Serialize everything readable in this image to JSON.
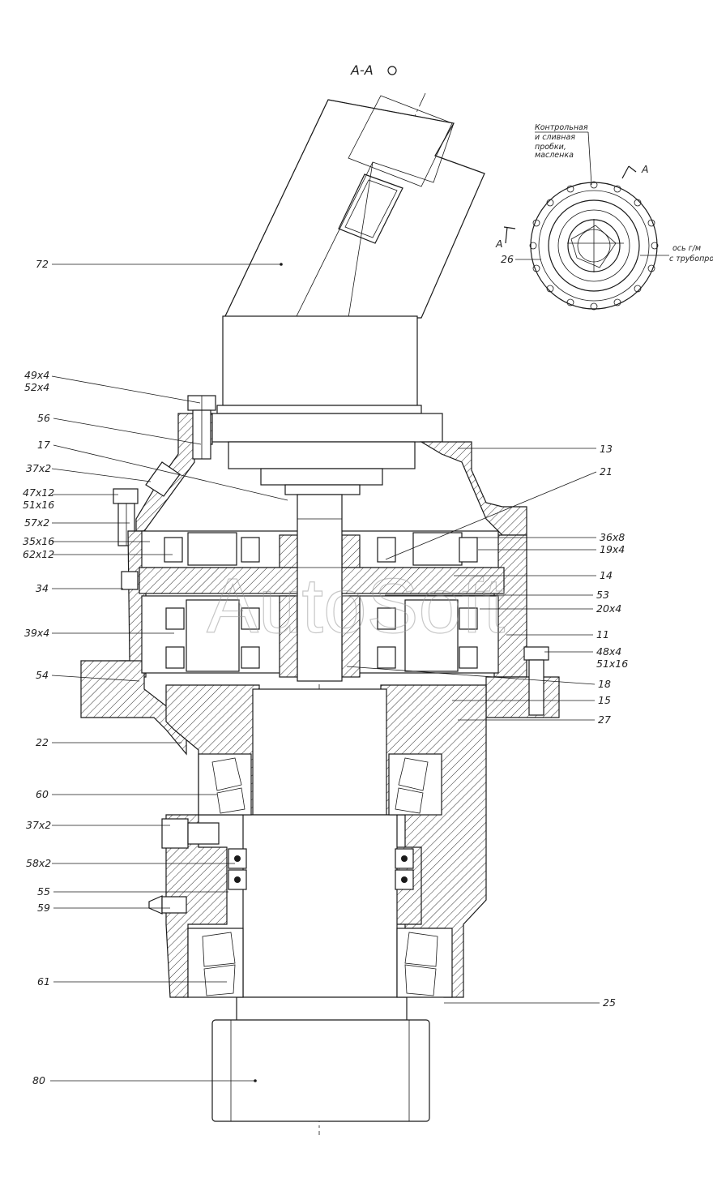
{
  "title": "A-A",
  "watermark": "AutoSoft",
  "detail_view": {
    "note_lines": [
      "Контрольная",
      "и сливная",
      "пробки,",
      "масленка"
    ],
    "section_mark": "A",
    "axis_note_lines": [
      "ось г/м",
      "с трубопро"
    ],
    "label": "26"
  },
  "callouts_left": {
    "c72": "72",
    "c49a": "49x4",
    "c49b": "52x4",
    "c56": "56",
    "c17": "17",
    "c37a": "37x2",
    "c47a": "47x12",
    "c47b": "51x16",
    "c57": "57x2",
    "c35": "35x16",
    "c62": "62x12",
    "c34": "34",
    "c39": "39x4",
    "c54": "54",
    "c22": "22",
    "c60": "60",
    "c37b": "37x2",
    "c58": "58x2",
    "c55": "55",
    "c59": "59",
    "c61": "61",
    "c80": "80"
  },
  "callouts_right": {
    "c13": "13",
    "c21": "21",
    "c36": "36x8",
    "c19": "19x4",
    "c14": "14",
    "c53": "53",
    "c20": "20x4",
    "c11": "11",
    "c48a": "48x4",
    "c48b": "51x16",
    "c18": "18",
    "c15": "15",
    "c27": "27",
    "c25": "25"
  }
}
